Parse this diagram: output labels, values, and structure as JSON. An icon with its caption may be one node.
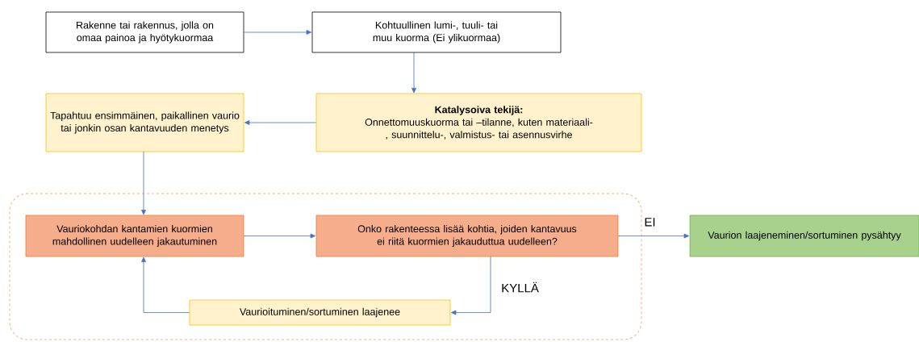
{
  "diagram": {
    "nodes": [
      {
        "text": [
          "Rakenne tai rakennus, jolla on omaa painoa ja hyötykuormaa"
        ]
      },
      {
        "text": [
          "Kohtuullinen lumi-, tuuli- tai muu kuorma (Ei ylikuormaa)"
        ]
      },
      {
        "text": [
          "Tapahtuu ensimmäinen, paikallinen vaurio tai jonkin osan kantavuuden menetys"
        ]
      },
      {
        "text": [
          "Katalysoiva tekijä:",
          "Onnettomuuskuorma tai –tilanne, kuten materiaali-, suunnittelu-, valmistus- tai asennusvirhe"
        ]
      },
      {
        "text": [],
        "shape": "box"
      },
      {
        "text": [
          "Vauriokohdan kantamien kuormien mahdollinen uudelleen jakautuminen"
        ],
        "in": 4
      },
      {
        "text": [
          "Onko rakenteessa lisää kohtia, joiden kantavuus ei riitä kuormien jakauduttua uudelleen?"
        ],
        "in": 4
      },
      {
        "text": [
          "Vaurioituminen/sortuminen laajenee"
        ],
        "in": 4
      },
      {
        "text": [
          "Vaurion laajeneminen/sortuminen pysähtyy"
        ]
      }
    ],
    "edges": [
      {
        "from": 0,
        "to": 1,
        "arrow": "to"
      },
      {
        "from": 1,
        "to": 3,
        "arrow": "to"
      },
      {
        "from": 3,
        "to": 2,
        "arrow": "to"
      },
      {
        "from": 2,
        "to": 5,
        "arrow": "to"
      },
      {
        "from": 5,
        "to": 6,
        "arrow": "to"
      },
      {
        "from": 6,
        "to": 8,
        "arrow": "to",
        "label": "EI"
      },
      {
        "from": 6,
        "to": 7,
        "arrow": "to",
        "label": "KYLLÄ"
      },
      {
        "from": 7,
        "to": 5,
        "arrow": "to"
      }
    ]
  }
}
